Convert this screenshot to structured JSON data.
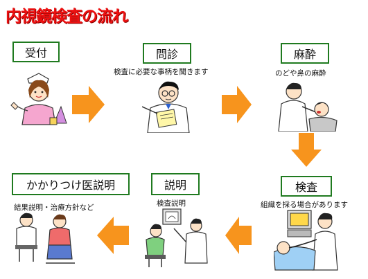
{
  "title": "内視鏡検査の流れ",
  "accent_color": "#ee1111",
  "box_border_color": "#1f7a1f",
  "arrow_color": "#f7941d",
  "steps": [
    {
      "label": "受付",
      "caption": "",
      "icon": "nurse-reception-icon"
    },
    {
      "label": "問診",
      "caption": "検査に必要な事柄を聞きます",
      "icon": "doctor-interview-icon"
    },
    {
      "label": "麻酔",
      "caption": "のどや鼻の麻酔",
      "icon": "throat-anesthesia-icon"
    },
    {
      "label": "検査",
      "caption": "組織を採る場合があります",
      "icon": "endoscopy-exam-icon"
    },
    {
      "label": "説明",
      "caption": "検査説明",
      "icon": "result-explanation-icon"
    },
    {
      "label": "かかりつけ医説明",
      "caption": "結果説明・治療方針など",
      "icon": "family-doctor-icon"
    }
  ]
}
